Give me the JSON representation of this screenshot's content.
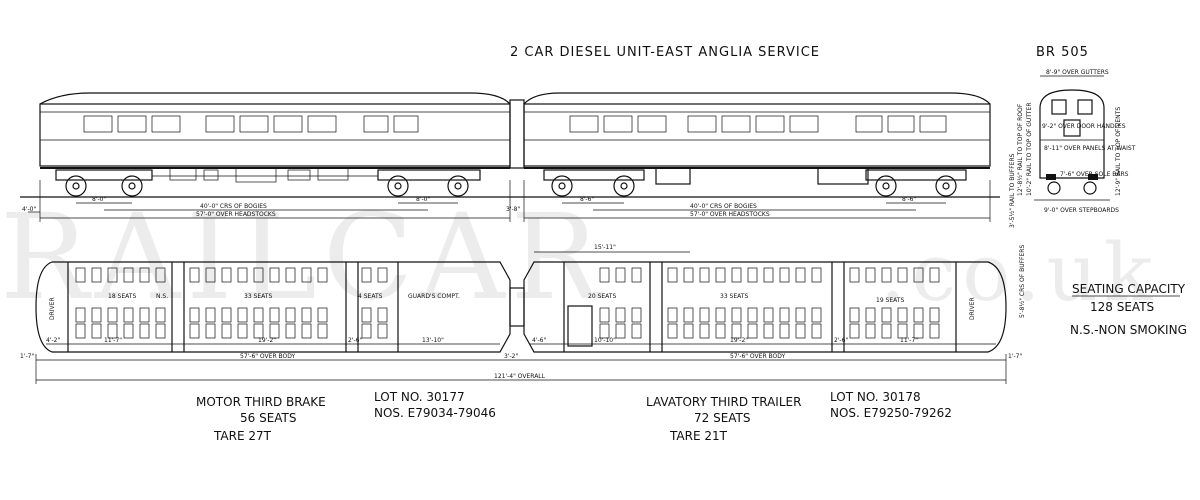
{
  "title": "2 CAR DIESEL UNIT-EAST ANGLIA SERVICE",
  "class_code": "BR 505",
  "watermark": {
    "main": "RAILCAR",
    "suffix": ".co.uk"
  },
  "elevation": {
    "dims": {
      "bogie_centres": "40'-0\" CRS OF BOGIES",
      "headstocks": "57'-0\" OVER HEADSTOCKS",
      "wheelbase_a": "8'-0\"",
      "wheelbase_b": "8'-0\"",
      "wheelbase_c": "8'-6\"",
      "wheelbase_d": "8'-6\"",
      "end_gap_a": "4'-0\"",
      "end_gap_b": "3'-8\""
    }
  },
  "end_view": {
    "over_gutters": "8'-9\" OVER GUTTERS",
    "over_door_handles": "9'-2\" OVER DOOR HANDLES",
    "over_panels_waist": "8'-11\" OVER PANELS AT WAIST",
    "over_sole_bars": "7'-6\" OVER SOLE BARS",
    "over_stepboards": "9'-0\" OVER STEPBOARDS",
    "rail_to_roof": "12'-8½\" RAIL TO TOP OF ROOF",
    "rail_to_gutter": "10'-2\" RAIL TO TOP OF GUTTER",
    "rail_to_vents": "12'-9\" RAIL TO TOP OF VENTS",
    "rail_to_buffers": "3'-5½\" RAIL TO BUFFERS",
    "buffer_centres": "5'-8½\" CRS OF BUFFERS"
  },
  "plan": {
    "motor": {
      "driver": "DRIVER",
      "ns_seats": "18 SEATS",
      "ns": "N.S.",
      "main_seats": "33 SEATS",
      "small_seats": "4 SEATS",
      "guards": "GUARD'S COMPT.",
      "over_body": "57'-6\" OVER BODY",
      "dim_a": "4'-2\"",
      "dim_b": "11'-7\"",
      "dim_c": "19'-2\"",
      "dim_d": "2'-6\"",
      "dim_e": "13'-10\""
    },
    "trailer": {
      "driver": "DRIVER",
      "seats_a": "20 SEATS",
      "seats_b": "33 SEATS",
      "seats_c": "19 SEATS",
      "over_body": "57'-6\" OVER BODY",
      "top_dim": "15'-11\"",
      "dim_a": "4'-6\"",
      "dim_b": "10'-10\"",
      "dim_c": "19'-2\"",
      "dim_d": "2'-6\"",
      "dim_e": "11'-7\""
    },
    "gap": "3'-2\"",
    "end_left": "1'-7\"",
    "end_right": "1'-7\"",
    "overall": "121'-4\" OVERALL"
  },
  "seating": {
    "capacity_label": "SEATING CAPACITY",
    "capacity_value": "128 SEATS",
    "ns_key": "N.S.-NON SMOKING"
  },
  "motor_car": {
    "name": "MOTOR THIRD BRAKE",
    "seats": "56 SEATS",
    "tare": "TARE 27T",
    "lot": "LOT No. 30177",
    "numbers": "NoS. E79034-79046"
  },
  "trailer_car": {
    "name": "LAVATORY THIRD TRAILER",
    "seats": "72 SEATS",
    "tare": "TARE 21T",
    "lot": "LOT No. 30178",
    "numbers": "NoS. E79250-79262"
  }
}
